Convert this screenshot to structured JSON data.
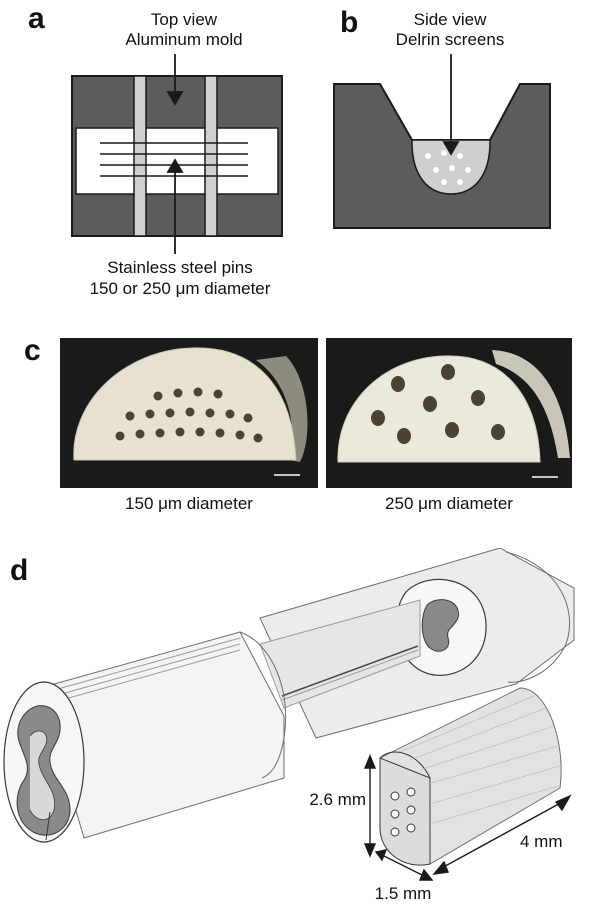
{
  "panels": {
    "a": {
      "letter": "a",
      "title_line1": "Top view",
      "title_line2": "Aluminum mold",
      "pins_line1": "Stainless steel pins",
      "pins_line2": "150 or 250 μm diameter"
    },
    "b": {
      "letter": "b",
      "title_line1": "Side view",
      "title_line2": "Delrin screens"
    },
    "c": {
      "letter": "c",
      "caption_left": "150 μm diameter",
      "caption_right": "250 μm diameter"
    },
    "d": {
      "letter": "d",
      "dim_height": "2.6 mm",
      "dim_length": "4 mm",
      "dim_width": "1.5 mm"
    }
  },
  "colors": {
    "mold_dark": "#5c5c5c",
    "pin_light": "#d0d0d0",
    "photo_background": "#1a1a1a",
    "scaffold_cream": "#e6e2cf",
    "conduit_white": "#f7f7f7",
    "conduit_gray": "#8a8a8a"
  }
}
